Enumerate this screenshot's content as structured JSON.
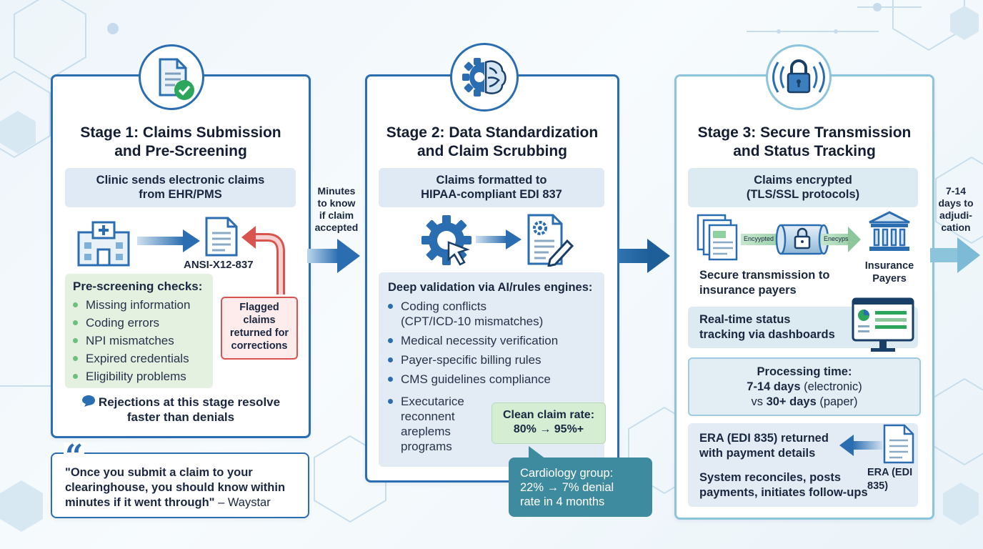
{
  "stage1": {
    "title_line1": "Stage 1: Claims Submission",
    "title_line2": "and Pre-Screening",
    "intro_line1": "Clinic sends electronic claims",
    "intro_line2": "from EHR/PMS",
    "file_label": "ANSI-X12-837",
    "flag_label_1": "Flagged",
    "flag_label_2": "claims",
    "flag_label_3": "returned for",
    "flag_label_4": "corrections",
    "checks_title": "Pre-screening checks:",
    "checks": [
      "Missing information",
      "Coding errors",
      "NPI mismatches",
      "Expired credentials",
      "Eligibility problems"
    ],
    "note_line1": "Rejections at this stage resolve",
    "note_line2": "faster than denials"
  },
  "quote": {
    "line1": "\"Once you submit a claim to your",
    "line2": "clearinghouse, you should know within",
    "line3": "minutes if it went through\"",
    "source": " – Waystar"
  },
  "connector1": {
    "line1": "Minutes",
    "line2": "to know",
    "line3": "if claim",
    "line4": "accepted"
  },
  "stage2": {
    "title_line1": "Stage 2: Data Standardization",
    "title_line2": "and Claim Scrubbing",
    "intro_line1": "Claims formatted to",
    "intro_line2": "HIPAA-compliant EDI 837",
    "validation_title": "Deep validation via AI/rules engines:",
    "items": [
      {
        "line1": "Coding conflicts",
        "line2": "(CPT/ICD-10 mismatches)"
      },
      {
        "line1": "Medical necessity verification",
        "line2": ""
      },
      {
        "line1": "Payer-specific billing rules",
        "line2": ""
      },
      {
        "line1": "CMS guidelines compliance",
        "line2": ""
      }
    ],
    "last_item_lines": [
      "Executarice",
      "reconnent",
      "areplems",
      "programs"
    ],
    "clean_rate_label": "Clean claim rate:",
    "clean_rate_value": "80% → 95%+",
    "case_line1": "Cardiology group:",
    "case_line2": "22% → 7% denial",
    "case_line3": "rate in 4 months"
  },
  "stage3": {
    "title_line1": "Stage 3: Secure Transmission",
    "title_line2": "and Status Tracking",
    "intro_line1": "Claims encrypted",
    "intro_line2": "(TLS/SSL protocols)",
    "pipe_left": "Encyypted",
    "pipe_right": "Enecyps",
    "payers_line1": "Insurance",
    "payers_line2": "Payers",
    "transmit_line1": "Secure transmission to",
    "transmit_line2": "insurance payers",
    "tracking_line1": "Real-time status",
    "tracking_line2": "tracking via dashboards",
    "processing_title": "Processing time:",
    "processing_electronic_value": "7-14 days",
    "processing_electronic_note": " (electronic)",
    "processing_vs": "vs ",
    "processing_paper_value": "30+ days",
    "processing_paper_note": " (paper)",
    "era_line1": "ERA (EDI 835) returned",
    "era_line2": "with payment details",
    "era_doc_label": "ERA (EDI 835)",
    "reconcile_line1": "System reconciles, posts",
    "reconcile_line2": "payments, initiates follow-ups"
  },
  "connector3": {
    "line1": "7-14",
    "line2": "days to",
    "line3": "adjudi-",
    "line4": "cation"
  },
  "colors": {
    "primary_blue": "#2a6db0",
    "stage3_border": "#8cc4dc",
    "green_check": "#2ca65a",
    "flag_red": "#d9534f",
    "teal_case": "#3e8a9e"
  }
}
